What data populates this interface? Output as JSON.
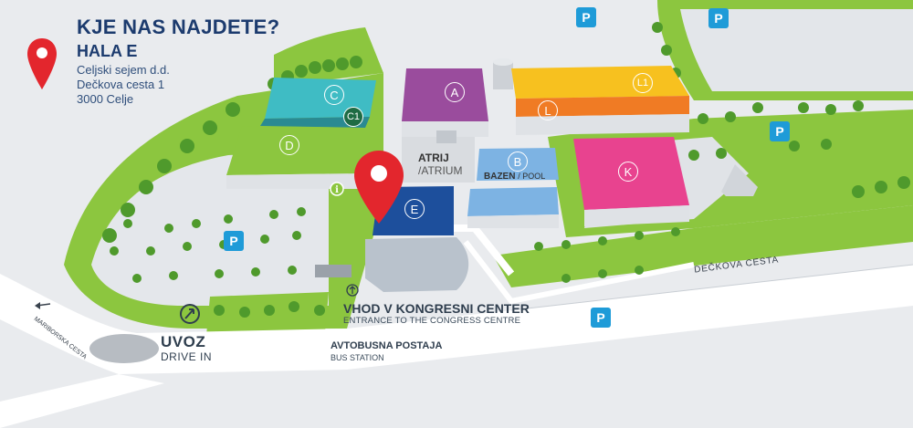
{
  "header": {
    "title": "KJE NAS NAJDETE?",
    "hall_name": "HALA E",
    "address_lines": [
      "Celjski sejem d.d.",
      "Dečkova cesta 1",
      "3000 Celje"
    ]
  },
  "halls": {
    "a": "A",
    "b": "B",
    "c": "C",
    "c1": "C1",
    "d": "D",
    "e": "E",
    "k": "K",
    "l": "L",
    "l1": "L1"
  },
  "labels": {
    "atrij": "ATRIJ",
    "atrium": "/ATRIUM",
    "bazen": "BAZEN",
    "pool": "/ POOL",
    "congress_entrance": "VHOD V KONGRESNI CENTER",
    "congress_entrance_en": "ENTRANCE TO THE CONGRESS CENTRE",
    "bus_station": "AVTOBUSNA POSTAJA",
    "bus_station_en": "BUS STATION",
    "drive_in": "UVOZ",
    "drive_in_en": "DRIVE IN",
    "street": "DEČKOVA CESTA",
    "maribor_street": "MARIBORSKA CESTA"
  },
  "parking_label": "P",
  "info_label": "i",
  "colors": {
    "hall_a": "#9a4c9d",
    "hall_b": "#7db3e3",
    "hall_c": "#3fbcc4",
    "hall_d": "#8cc63f",
    "hall_e": "#1d4f9c",
    "hall_k": "#e8438f",
    "hall_l": "#f07b24",
    "hall_l1": "#f7c11f",
    "pin": "#e3262d",
    "parking": "#1e9bd8",
    "title": "#1c3b6e"
  }
}
